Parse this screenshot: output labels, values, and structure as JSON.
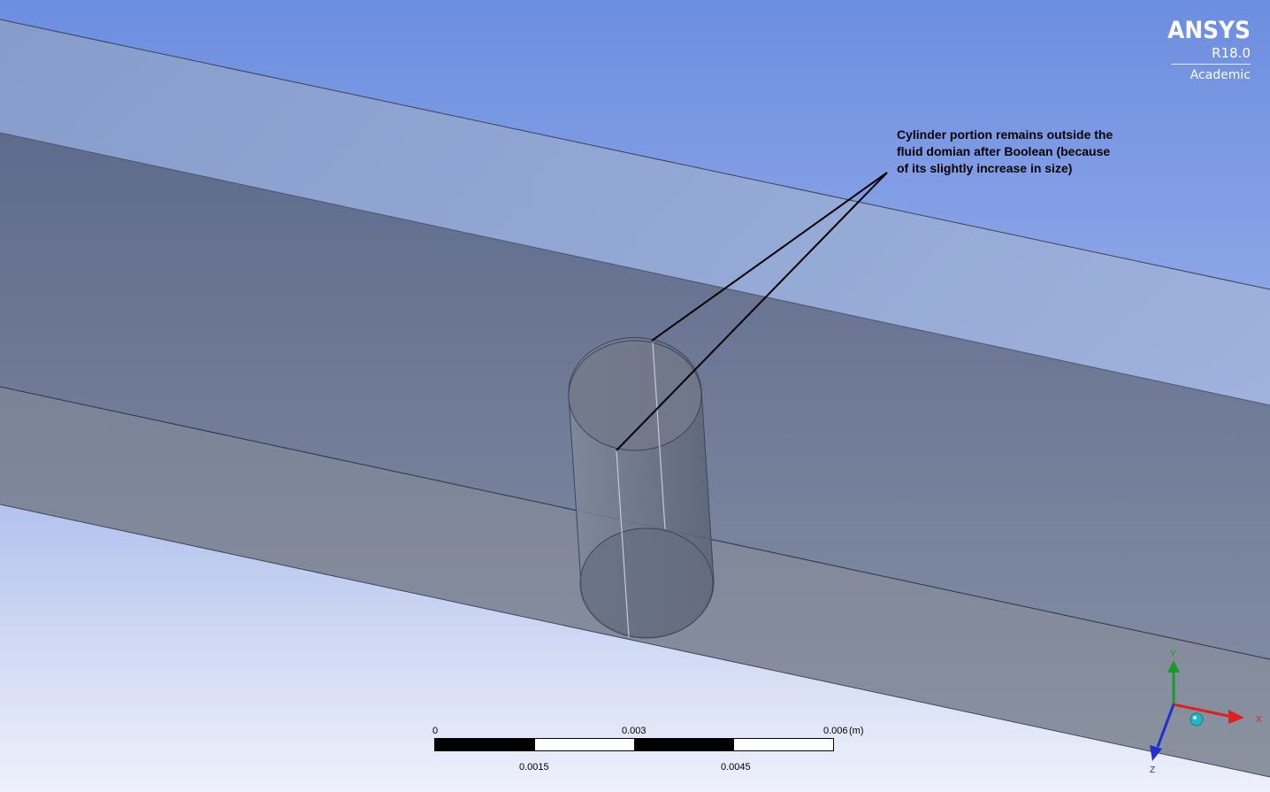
{
  "logo": {
    "brand": "ANSYS",
    "version": "R18.0",
    "edition": "Academic"
  },
  "annotation": {
    "lines": [
      "Cylinder portion remains outside the",
      "fluid domian after Boolean (because",
      "of its slightly increase in size)"
    ]
  },
  "scale_bar": {
    "unit": "(m)",
    "top_labels": [
      "0",
      "0.003",
      "0.006"
    ],
    "bottom_labels": [
      "0.0015",
      "0.0045"
    ]
  },
  "triad": {
    "x_label": "X",
    "y_label": "Y",
    "z_label": "Z",
    "colors": {
      "x": "#e02020",
      "y": "#1a9a2a",
      "z": "#2030d0",
      "iso": "#20b8c8"
    }
  },
  "colors": {
    "background_top": "#6c8ee0",
    "background_bottom": "#eef1fb",
    "body_face": "#6f7a96",
    "cylinder": "#6a7386"
  }
}
